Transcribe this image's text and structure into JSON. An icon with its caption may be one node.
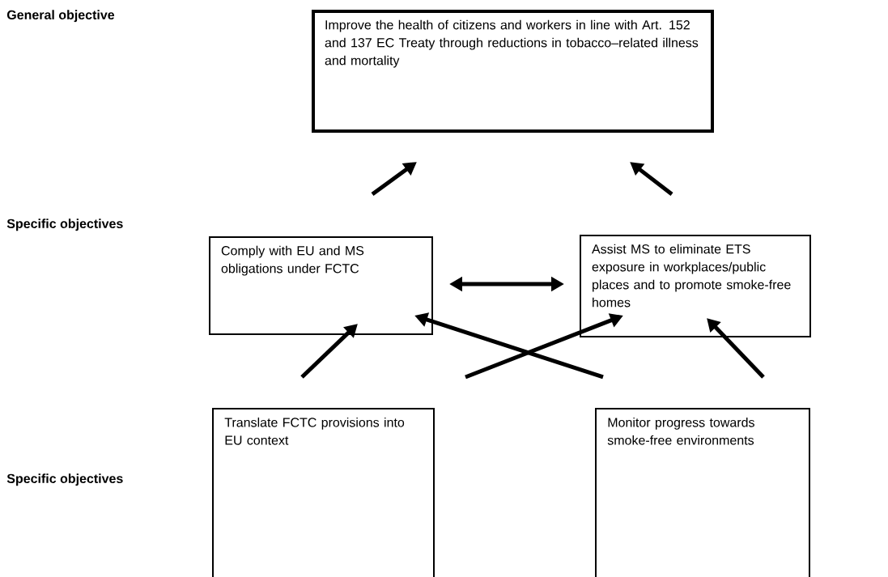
{
  "diagram": {
    "nodes": [
      {
        "text": [
          "Improve the health of citizens and workers in line with Art. 152 and 137 EC Treaty through reductions in tobacco–related illness and mortality"
        ]
      },
      {
        "text": [
          "Comply with EU and MS obligations under FCTC"
        ]
      },
      {
        "text": [
          "Assist MS to eliminate ETS exposure in workplaces/public places and to promote smoke-free homes"
        ]
      },
      {
        "text": [
          "Translate FCTC provisions into EU context"
        ]
      },
      {
        "text": [
          "Monitor progress towards smoke-free environments"
        ]
      }
    ],
    "edges": [
      {
        "from": 1,
        "to": 0,
        "arrow": "to"
      },
      {
        "from": 2,
        "to": 0,
        "arrow": "to"
      },
      {
        "from": 1,
        "to": 2,
        "arrow": "both"
      },
      {
        "from": 3,
        "to": 1,
        "arrow": "to"
      },
      {
        "from": 3,
        "to": 2,
        "arrow": "to"
      },
      {
        "from": 4,
        "to": 1,
        "arrow": "to"
      },
      {
        "from": 4,
        "to": 2,
        "arrow": "to"
      }
    ],
    "labels": [
      "General objective",
      "Specific objectives",
      "Specific objectives"
    ]
  }
}
